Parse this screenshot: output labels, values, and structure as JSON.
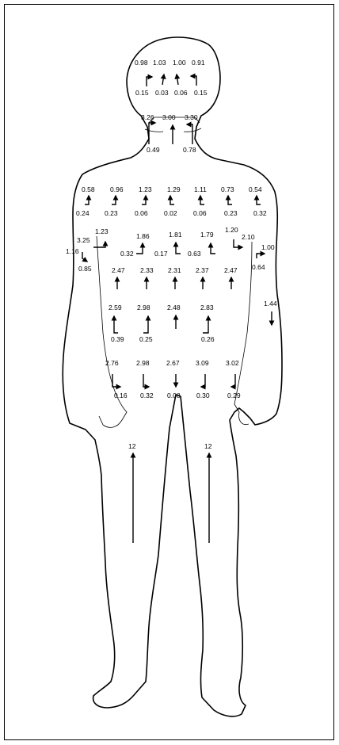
{
  "colors": {
    "line": "#000000",
    "background": "#ffffff"
  },
  "labels": {
    "head_top": [
      "0.98",
      "1.03",
      "1.00",
      "0.91"
    ],
    "head_bottom": [
      "0.15",
      "0.03",
      "0.06",
      "0.15"
    ],
    "neck_top": [
      "3.26",
      "3.00",
      "3.30"
    ],
    "neck_bottom": [
      "0.49",
      "0.78"
    ],
    "shoulder_top": [
      "0.58",
      "0.96",
      "1.23",
      "1.29",
      "1.11",
      "0.73",
      "0.54"
    ],
    "shoulder_bottom": [
      "0.24",
      "0.23",
      "0.06",
      "0.02",
      "0.06",
      "0.23",
      "0.32"
    ],
    "left_arm": [
      "1.23",
      "3.25",
      "1.16",
      "0.85"
    ],
    "right_arm": [
      "1.20",
      "2.10",
      "1.00",
      "0.64"
    ],
    "chest_top": [
      "1.86",
      "1.81",
      "1.79"
    ],
    "chest_bottom": [
      "0.32",
      "0.17",
      "0.63"
    ],
    "row_a": [
      "2.47",
      "2.33",
      "2.31",
      "2.37",
      "2.47"
    ],
    "row_b_top": [
      "2.59",
      "2.98",
      "2.48",
      "2.83"
    ],
    "row_b_bottom": [
      "0.39",
      "0.25",
      "0.26"
    ],
    "right_forearm": "1.44",
    "row_c_top": [
      "2.76",
      "2.98",
      "2.67",
      "3.09",
      "3.02"
    ],
    "row_c_bottom": [
      "0.16",
      "0.32",
      "0.08",
      "0.30",
      "0.29"
    ],
    "legs": [
      "12",
      "12"
    ]
  }
}
